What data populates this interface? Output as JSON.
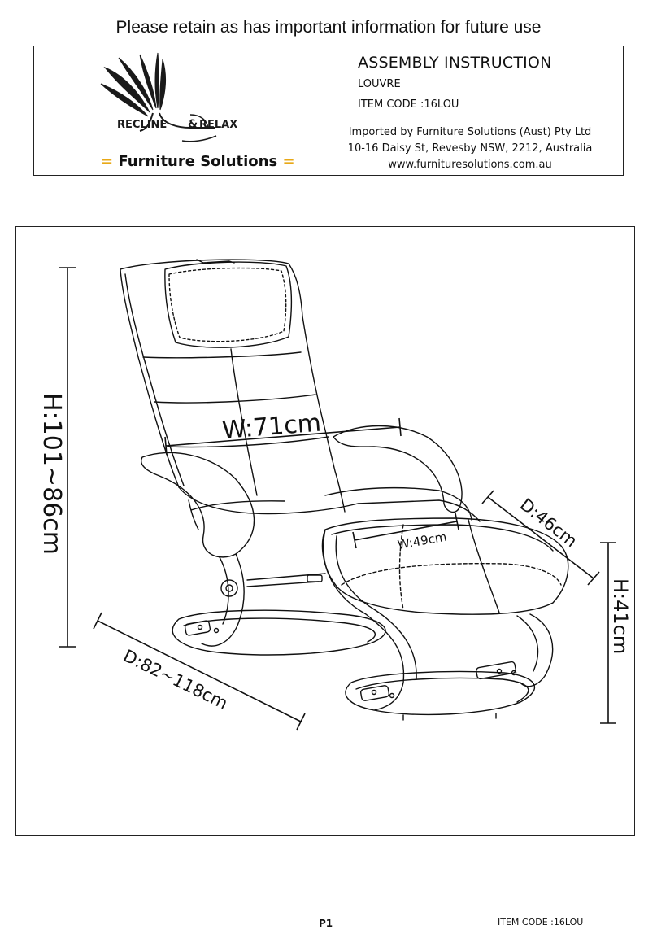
{
  "notice": "Please retain as has important information for future use",
  "header": {
    "brand_mark": "RECLINE & RELAX",
    "brand_left": "RECLINE",
    "brand_amp": "&",
    "brand_right": "RELAX",
    "company_eq": "=",
    "company": "Furniture Solutions",
    "title": "ASSEMBLY INSTRUCTION",
    "model": "LOUVRE",
    "item_code": "ITEM  CODE :16LOU",
    "importer_line1": "Imported by Furniture Solutions (Aust) Pty Ltd",
    "importer_line2": "10-16 Daisy St, Revesby NSW, 2212, Australia",
    "importer_line3": "www.furnituresolutions.com.au"
  },
  "dimensions": {
    "chair_height": "H:101~86cm",
    "chair_width": "W:71cm",
    "chair_depth": "D:82~118cm",
    "ottoman_width": "W:49cm",
    "ottoman_depth": "D:46cm",
    "ottoman_height": "H:41cm"
  },
  "footer": {
    "page": "P1",
    "item_code": "ITEM  CODE :16LOU"
  },
  "colors": {
    "accent": "#e8a817",
    "line": "#111111"
  }
}
